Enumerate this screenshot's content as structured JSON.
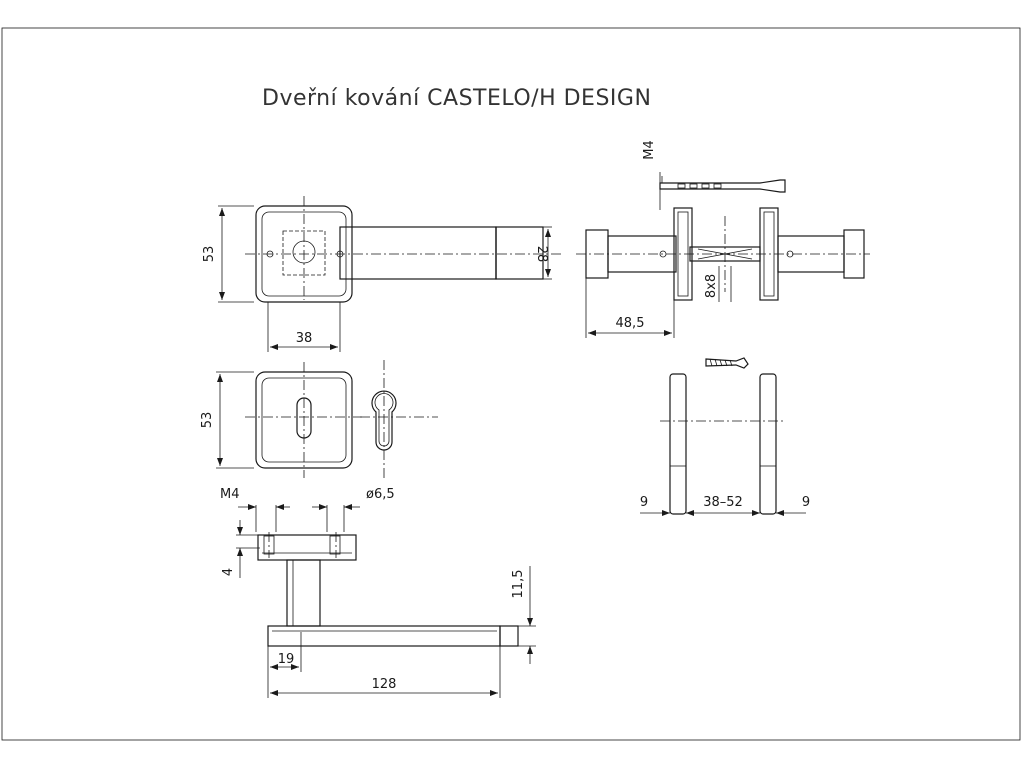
{
  "title": "Dveřní kování CASTELO/H DESIGN",
  "dimensions": {
    "rose_height_top": "53",
    "rose_width": "38",
    "handle_thickness": "28",
    "rose_height_keyhole": "53",
    "screw_thread_top": "M4",
    "screw_thread_side": "M4",
    "hole_diameter": "ø6,5",
    "rose_depth": "4",
    "handle_height": "11,5",
    "handle_offset": "19",
    "handle_length": "128",
    "assembly_projection": "48,5",
    "spindle": "8x8",
    "rose_thickness_left": "9",
    "door_thickness": "38–52",
    "rose_thickness_right": "9"
  }
}
